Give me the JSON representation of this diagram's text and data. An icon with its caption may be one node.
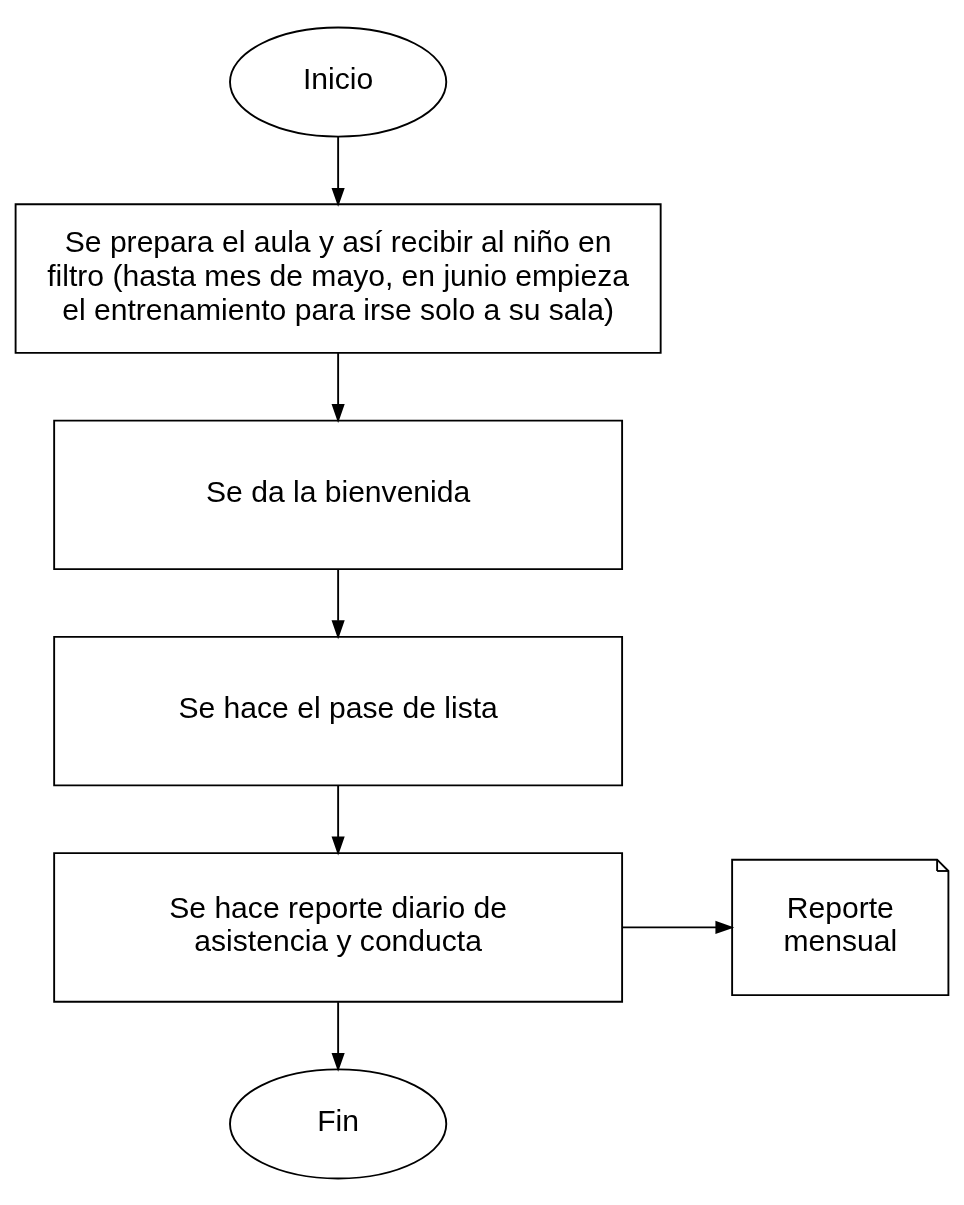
{
  "diagram": {
    "nodes": [
      {
        "text": [
          "Inicio"
        ]
      },
      {
        "text": [
          "Se prepara el aula y así recibir al niño en filtro (hasta mes de mayo, en junio empieza el entrenamiento para irse solo a su sala)"
        ]
      },
      {
        "text": [
          "Se da la bienvenida"
        ]
      },
      {
        "text": [
          "Se hace el pase de lista"
        ]
      },
      {
        "text": [
          "Se hace reporte diario de asistencia y conducta"
        ]
      },
      {
        "text": [
          "Reporte mensual"
        ]
      },
      {
        "text": [
          "Fin"
        ]
      }
    ],
    "edges": [
      {
        "from": 0,
        "to": 1,
        "arrow": "to"
      },
      {
        "from": 1,
        "to": 2,
        "arrow": "to"
      },
      {
        "from": 2,
        "to": 3,
        "arrow": "to"
      },
      {
        "from": 3,
        "to": 4,
        "arrow": "to"
      },
      {
        "from": 4,
        "to": 5,
        "arrow": "to"
      },
      {
        "from": 4,
        "to": 6,
        "arrow": "to"
      }
    ]
  }
}
